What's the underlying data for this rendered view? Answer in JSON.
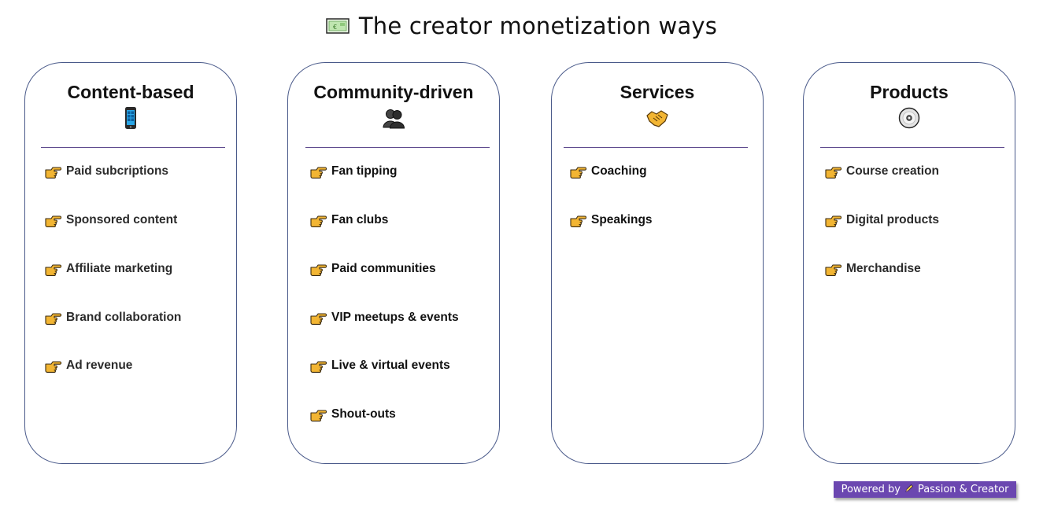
{
  "title": "The creator monetization ways",
  "title_icon": "money-bill-icon",
  "cards": [
    {
      "title": "Content-based",
      "icon": "mobile-phone-icon",
      "items": [
        "Paid subcriptions",
        "Sponsored content",
        "Affiliate marketing",
        "Brand collaboration",
        "Ad revenue"
      ]
    },
    {
      "title": "Community-driven",
      "icon": "people-silhouette-icon",
      "items": [
        "Fan tipping",
        "Fan clubs",
        "Paid communities",
        "VIP meetups & events",
        "Live & virtual events",
        "Shout-outs"
      ]
    },
    {
      "title": "Services",
      "icon": "handshake-icon",
      "items": [
        "Coaching",
        "Speakings"
      ]
    },
    {
      "title": "Products",
      "icon": "disc-icon",
      "items": [
        "Course creation",
        "Digital products",
        "Merchandise"
      ]
    }
  ],
  "badge": {
    "prefix": "Powered by",
    "brand": "Passion & Creator",
    "icon": "pen-icon",
    "color": "#6b47b0"
  },
  "colors": {
    "card_border": "#4a5a8a",
    "divider": "#5e4a8e",
    "hand": "#f2b533"
  }
}
